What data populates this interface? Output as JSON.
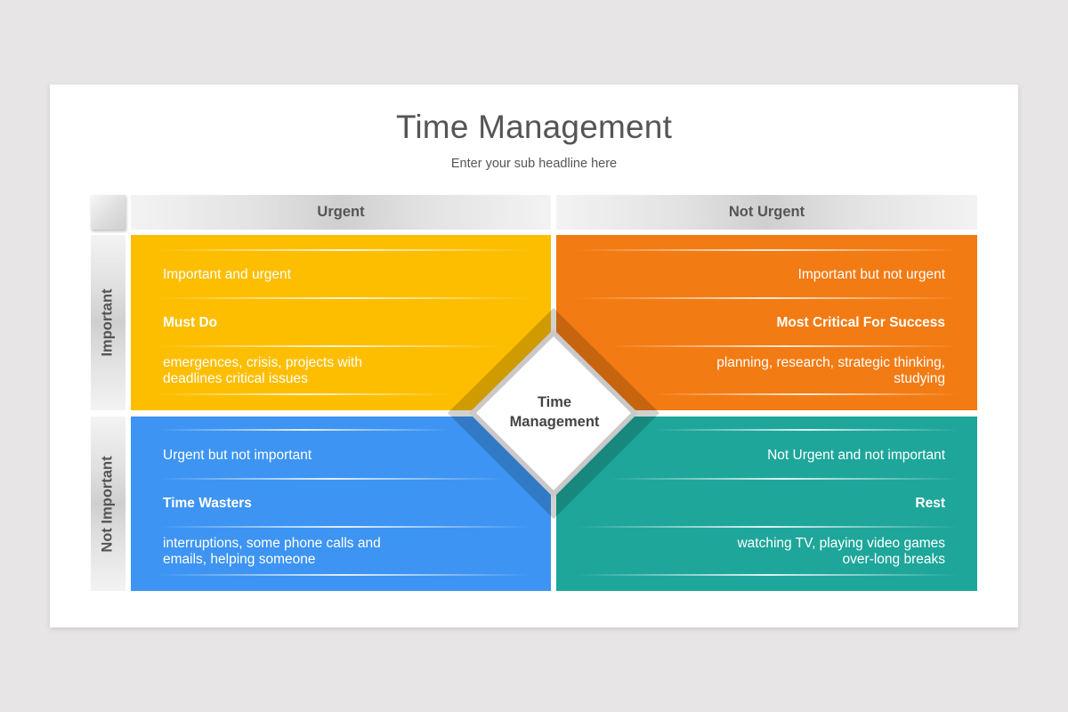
{
  "slide": {
    "title": "Time Management",
    "subtitle": "Enter your sub headline here"
  },
  "columns": [
    {
      "label": "Urgent"
    },
    {
      "label": "Not Urgent"
    }
  ],
  "rows": [
    {
      "label": "Important"
    },
    {
      "label": "Not Important"
    }
  ],
  "center": {
    "line1": "Time",
    "line2": "Management"
  },
  "quadrants": [
    {
      "id": "important-urgent",
      "color": "#FDBE00",
      "heading": "Important and urgent",
      "title": "Must Do",
      "desc_line1": "emergences, crisis, projects with",
      "desc_line2": "deadlines critical issues"
    },
    {
      "id": "important-not-urgent",
      "color": "#F37B13",
      "heading": "Important but not urgent",
      "title": "Most Critical For Success",
      "desc_line1": "planning, research, strategic thinking,",
      "desc_line2": "studying"
    },
    {
      "id": "urgent-not-important",
      "color": "#3D94F2",
      "heading": "Urgent but not important",
      "title": "Time Wasters",
      "desc_line1": "interruptions, some phone calls and",
      "desc_line2": "emails, helping someone"
    },
    {
      "id": "not-urgent-not-important",
      "color": "#1EA69A",
      "heading": "Not Urgent and not important",
      "title": "Rest",
      "desc_line1": "watching TV, playing video games",
      "desc_line2": "over-long breaks"
    }
  ]
}
